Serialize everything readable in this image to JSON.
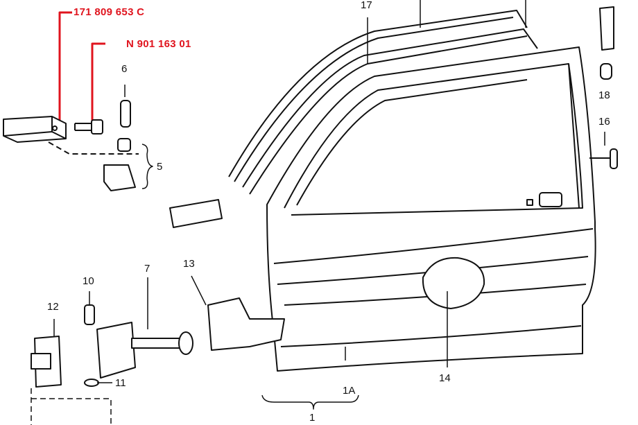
{
  "callouts": [
    {
      "part_number": "171 809 653 C"
    },
    {
      "part_number": "N 901 163 01"
    }
  ],
  "labels": {
    "l17": "17",
    "l6": "6",
    "l5": "5",
    "l18": "18",
    "l16": "16",
    "l13": "13",
    "l7": "7",
    "l10": "10",
    "l12": "12",
    "l11": "11",
    "l14": "14",
    "l1A": "1A",
    "l1": "1"
  },
  "colors": {
    "callout": "#e0141e",
    "line": "#111111"
  }
}
